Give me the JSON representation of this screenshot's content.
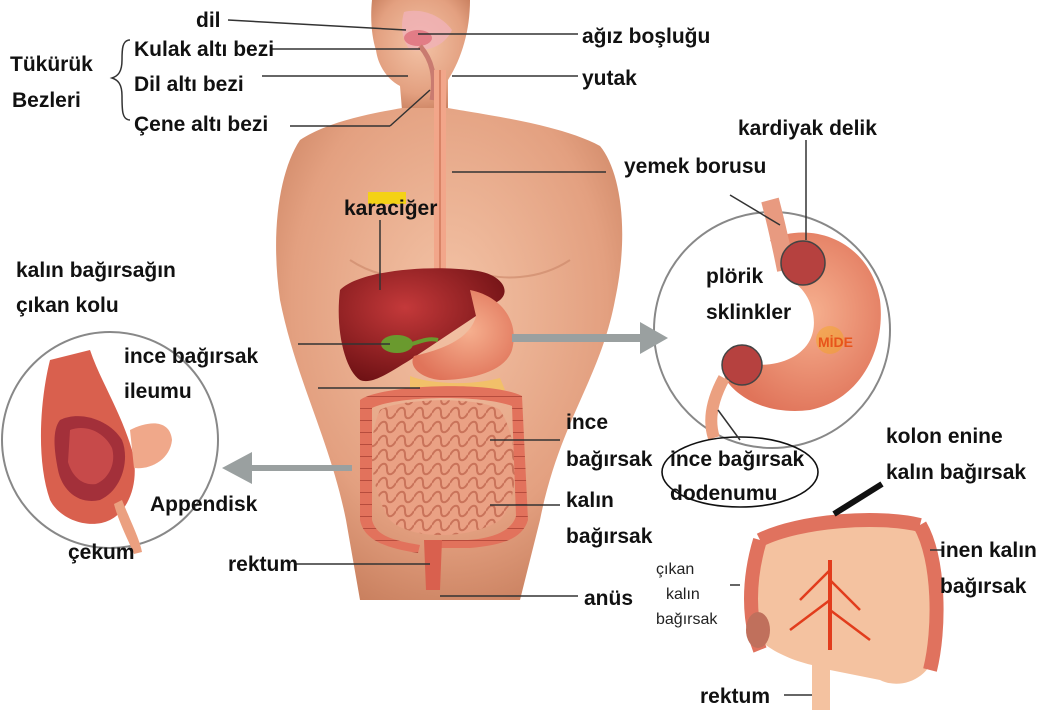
{
  "labels": {
    "dil": "dil",
    "agiz_boslugu": "ağız boşluğu",
    "tukuruk_line1": "Tükürük",
    "tukuruk_line2": "Bezleri",
    "kulak_alti": "Kulak altı bezi",
    "dil_alti": "Dil altı bezi",
    "cene_alti": "Çene altı bezi",
    "yutak": "yutak",
    "kardiyak_delik": "kardiyak delik",
    "yemek_borusu": "yemek borusu",
    "karaciger": "karaciğer",
    "kalin_bagirsagin_line1": "kalın bağırsağın",
    "kalin_bagirsagin_line2": "çıkan kolu",
    "plorik_line1": "plörik",
    "plorik_line2": "sklinkler",
    "mide": "MİDE",
    "ince_bagirsak_ileumu_line1": "ince bağırsak",
    "ince_bagirsak_ileumu_line2": "ileumu",
    "ince_line1": "ince",
    "ince_line2": "bağırsak",
    "ince_dodenumu_line1": "ince bağırsak",
    "ince_dodenumu_line2": "dodenumu",
    "kolon_enine_line1": "kolon enine",
    "kolon_enine_line2": "kalın bağırsak",
    "appendisk": "Appendisk",
    "kalin_line1": "kalın",
    "kalin_line2": "bağırsak",
    "cekum": "çekum",
    "inen_kalin_line1": "inen kalın",
    "inen_kalin_line2": "bağırsak",
    "rektum": "rektum",
    "cikan_line1": "çıkan",
    "cikan_line2": "kalın",
    "cikan_line3": "bağırsak",
    "anus": "anüs",
    "rektum2": "rektum"
  },
  "colors": {
    "skin": "#e9a98a",
    "skin_shadow": "#d08a6a",
    "liver": "#8e1f22",
    "intestine": "#e58f76",
    "colon": "#d9604e",
    "stomach": "#f08a70",
    "artery": "#e23c1c",
    "leader": "#333333",
    "arrow": "#9aa0a0"
  }
}
